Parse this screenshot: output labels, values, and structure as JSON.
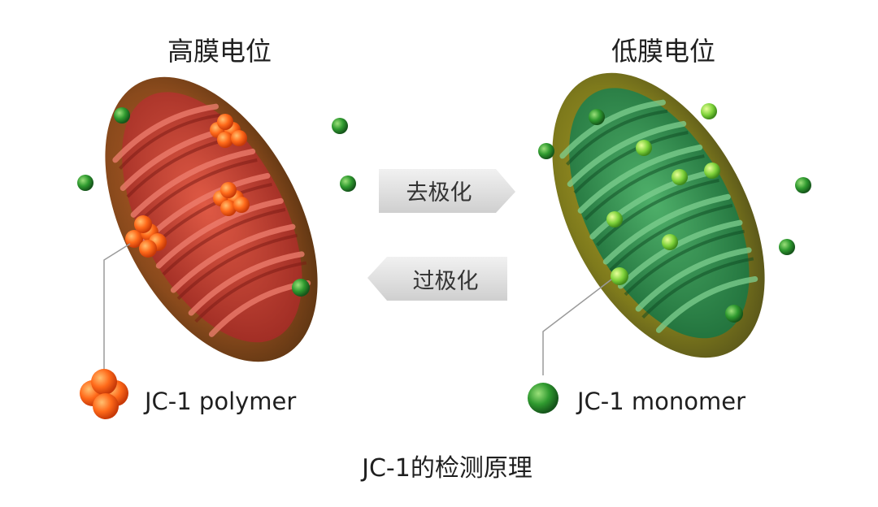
{
  "diagram": {
    "left_title": "高膜电位",
    "right_title": "低膜电位",
    "arrow_forward_label": "去极化",
    "arrow_backward_label": "过极化",
    "left_legend": "JC-1 polymer",
    "right_legend": "JC-1 monomer",
    "caption": "JC-1的检测原理"
  },
  "colors": {
    "polymer_orange": "#ff6a1a",
    "monomer_green": "#2e9a2e",
    "mito_red": "#c8402f",
    "mito_green": "#3a9a55",
    "mito_outer_brown": "#7a4a1e",
    "mito_outer_olive": "#8a8a20",
    "arrow_gray": "#d9d9d9"
  }
}
